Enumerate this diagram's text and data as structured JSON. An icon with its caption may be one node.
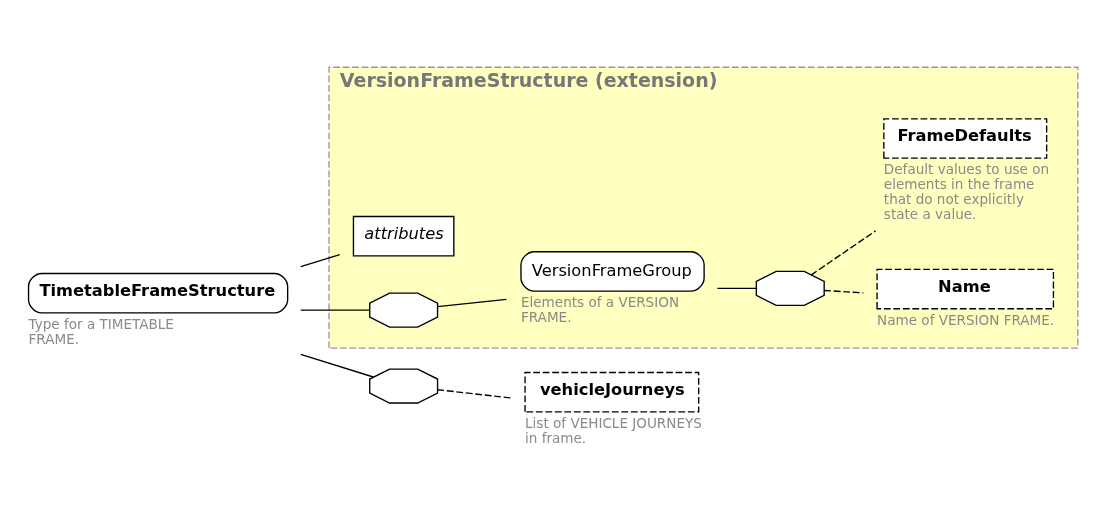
{
  "diagram": {
    "nodes": [
      {
        "text": [
          "TimetableFrameStructure"
        ],
        "beside": [
          "Type for a TIMETABLE FRAME."
        ]
      },
      {
        "text": [
          "VersionFrameStructure (extension)"
        ]
      },
      {
        "text": [
          "attributes"
        ],
        "in": 1
      },
      {
        "text": [],
        "shape": "octagon",
        "in": 1
      },
      {
        "text": [
          "VersionFrameGroup"
        ],
        "beside": [
          "Elements of a VERSION FRAME."
        ],
        "in": 1
      },
      {
        "text": [],
        "shape": "octagon",
        "in": 1
      },
      {
        "text": [
          "Name"
        ],
        "beside": [
          "Name of VERSION FRAME."
        ],
        "in": 1
      },
      {
        "text": [
          "FrameDefaults"
        ],
        "beside": [
          "Default values to use on elements in the frame  that do not explicitly state a value."
        ],
        "in": 1
      },
      {
        "text": [],
        "shape": "octagon"
      },
      {
        "text": [
          "vehicleJourneys"
        ],
        "beside": [
          "List of VEHICLE JOURNEYS in frame."
        ]
      }
    ],
    "edges": [
      {
        "from": 0,
        "to": 2,
        "arrow": "none"
      },
      {
        "from": 0,
        "to": 3,
        "arrow": "none"
      },
      {
        "from": 0,
        "to": 8,
        "arrow": "none"
      },
      {
        "from": 3,
        "to": 4,
        "arrow": "none"
      },
      {
        "from": 4,
        "to": 5,
        "arrow": "none"
      },
      {
        "from": 5,
        "to": 6,
        "arrow": "none",
        "style": "dashed"
      },
      {
        "from": 5,
        "to": 7,
        "arrow": "none",
        "style": "dashed"
      },
      {
        "from": 8,
        "to": 9,
        "arrow": "none",
        "style": "dashed"
      }
    ]
  }
}
